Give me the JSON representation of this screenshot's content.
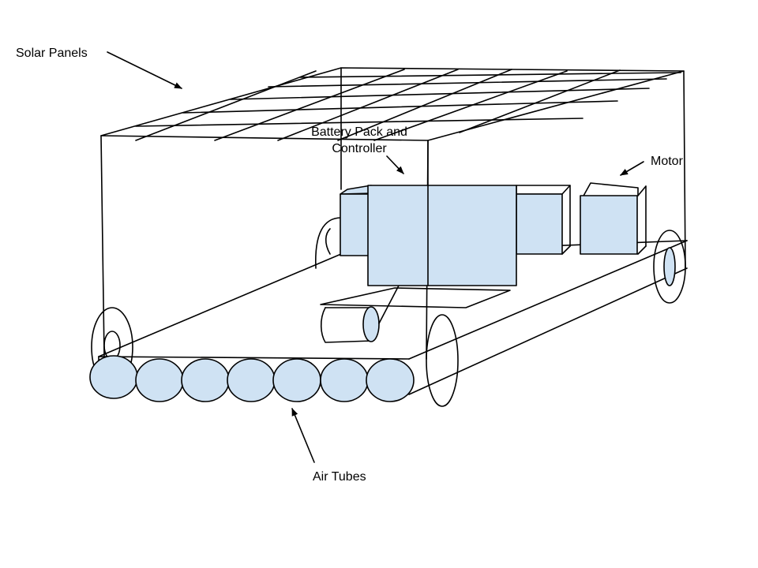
{
  "labels": {
    "solar_panels": "Solar Panels",
    "battery_line1": "Battery Pack and",
    "battery_line2": "Controller",
    "motor": "Motor",
    "air_tubes": "Air Tubes"
  },
  "colors": {
    "fill": "#cfe2f3",
    "stroke": "#000000",
    "background": "#ffffff"
  }
}
